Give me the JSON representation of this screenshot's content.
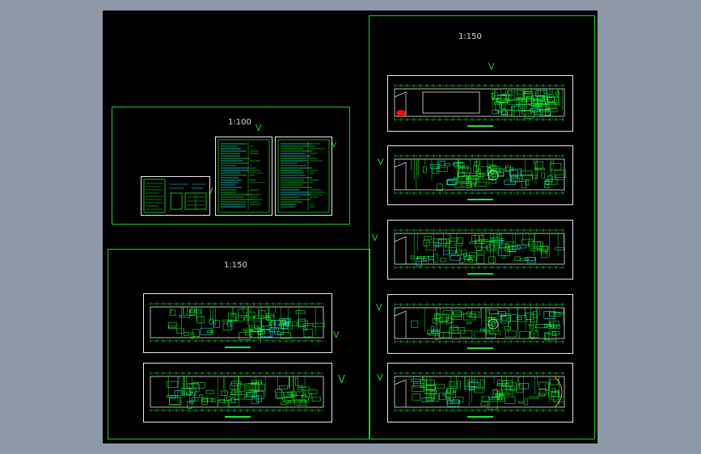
{
  "window": {
    "title": ""
  },
  "canvas": {
    "background": "#000000",
    "frame_color": "#1ecc2a",
    "sheet_border": "#e8e8e8",
    "drawing_colors": [
      "#19e629",
      "#16e6e6",
      "#e8e8e8",
      "#e01010"
    ]
  },
  "groups": {
    "group_100": {
      "scale": "1:100"
    },
    "group_150_left": {
      "scale": "1:150"
    },
    "group_150_right": {
      "scale": "1:150"
    }
  },
  "marks": {
    "check": "V"
  },
  "sheets": [
    {
      "id": "legend-sheet",
      "kind": "legend"
    },
    {
      "id": "notes-sheet-1",
      "kind": "notes"
    },
    {
      "id": "notes-sheet-2",
      "kind": "notes"
    },
    {
      "id": "floor-plan-l1",
      "kind": "floor-plan"
    },
    {
      "id": "floor-plan-l2",
      "kind": "floor-plan"
    },
    {
      "id": "floor-plan-r1",
      "kind": "floor-plan"
    },
    {
      "id": "floor-plan-r2",
      "kind": "floor-plan"
    },
    {
      "id": "floor-plan-r3",
      "kind": "floor-plan"
    },
    {
      "id": "floor-plan-r4",
      "kind": "floor-plan"
    },
    {
      "id": "floor-plan-r5",
      "kind": "floor-plan"
    }
  ]
}
